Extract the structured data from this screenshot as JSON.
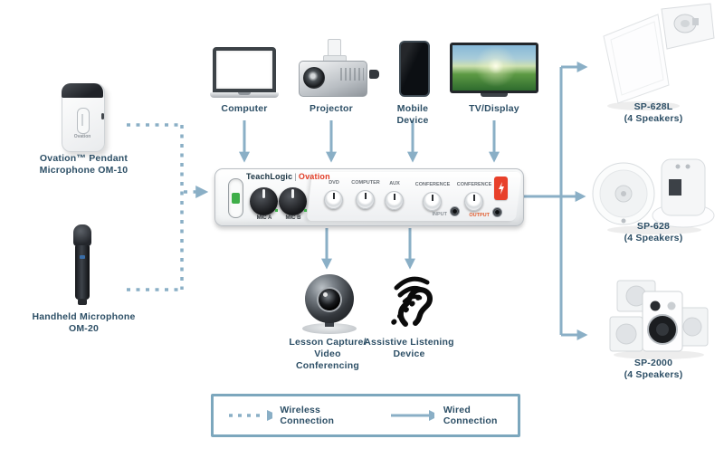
{
  "colors": {
    "accent_line": "#8aafc6",
    "label_text": "#2d4f66",
    "brand_red": "#e23c26",
    "legend_border": "#7ca7bd",
    "ir_green": "#3fae49"
  },
  "sources": {
    "pendant": {
      "line1": "Ovation™ Pendant",
      "line2": "Microphone OM-10",
      "device_text": "Ovation"
    },
    "handheld": {
      "line1": "Handheld Microphone",
      "line2": "OM-20"
    }
  },
  "inputs": {
    "computer": "Computer",
    "projector": "Projector",
    "mobile": "Mobile Device",
    "tv": "TV/Display"
  },
  "mixer": {
    "brand": "TeachLogic",
    "brand_sep": "|",
    "model": "Ovation",
    "mic_a": "MIC A",
    "mic_b": "MIC B",
    "knob_dvd": "DVD",
    "knob_computer": "COMPUTER",
    "knob_aux": "AUX",
    "knob_conference_in": "CONFERENCE",
    "knob_conference_out": "CONFERENCE",
    "jack_input": "INPUT",
    "jack_output": "OUTPUT"
  },
  "outputs": {
    "webcam": {
      "line1": "Lesson Capture/",
      "line2": "Video Conferencing"
    },
    "assistive": {
      "line1": "Assistive Listening",
      "line2": "Device"
    }
  },
  "speakers": [
    {
      "model": "SP-628L",
      "qty": "(4 Speakers)"
    },
    {
      "model": "SP-628",
      "qty": "(4 Speakers)"
    },
    {
      "model": "SP-2000",
      "qty": "(4 Speakers)"
    }
  ],
  "legend": {
    "wireless": "Wireless Connection",
    "wired": "Wired Connection"
  }
}
